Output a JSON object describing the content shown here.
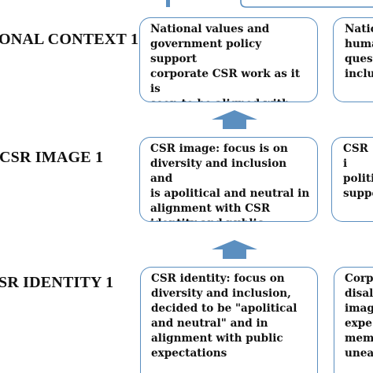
{
  "rows": [
    {
      "label": "ONAL CONTEXT 1",
      "main_box": "National values and\ngovernment policy support\ncorporate CSR work as it is\nseen to be aligned with\nvalues of citizenship rights",
      "side_box": "Natio\nhuma\nquest\ninclus"
    },
    {
      "label": "CSR IMAGE 1",
      "main_box": "CSR image: focus is on\ndiversity and inclusion and\nis apolitical and neutral in\nalignment with CSR\nidentity and public",
      "side_box": "CSR i\npoliti\nsuppo"
    },
    {
      "label": "SR IDENTITY 1",
      "main_box": "CSR identity: focus on\ndiversity and inclusion,\ndecided to be \"apolitical\nand neutral\" and in\nalignment with public\nexpectations",
      "side_box": "Corp\ndisal\nimag\nexpe\nmem\nunea"
    }
  ],
  "colors": {
    "box_border": "#5b8fc0",
    "arrow_fill": "#5b8fc0",
    "text": "#111111"
  }
}
